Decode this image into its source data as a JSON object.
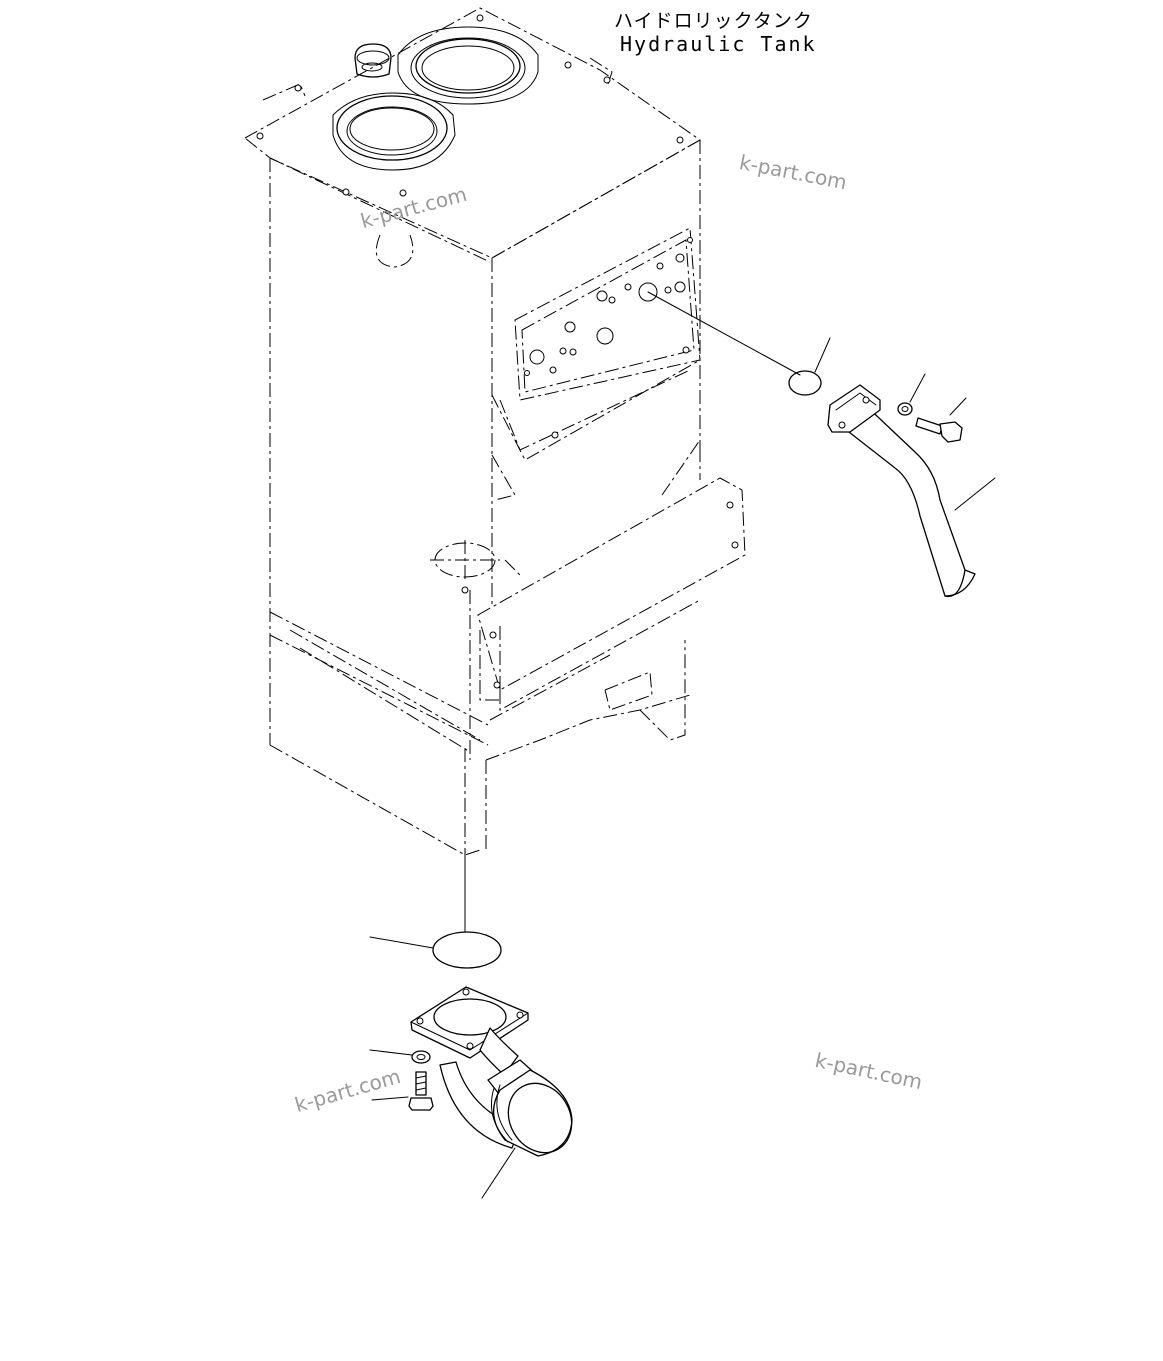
{
  "title": {
    "japanese": "ハイドロリックタンク",
    "english": "Hydraulic Tank"
  },
  "watermarks": [
    "k-part.com",
    "k-part.com",
    "k-part.com",
    "k-part.com"
  ],
  "parts": [
    {
      "name": "o-ring-upper"
    },
    {
      "name": "washer-upper"
    },
    {
      "name": "bolt-upper"
    },
    {
      "name": "return-pipe"
    },
    {
      "name": "gasket-lower"
    },
    {
      "name": "washer-lower"
    },
    {
      "name": "bolt-lower"
    },
    {
      "name": "suction-elbow"
    }
  ]
}
